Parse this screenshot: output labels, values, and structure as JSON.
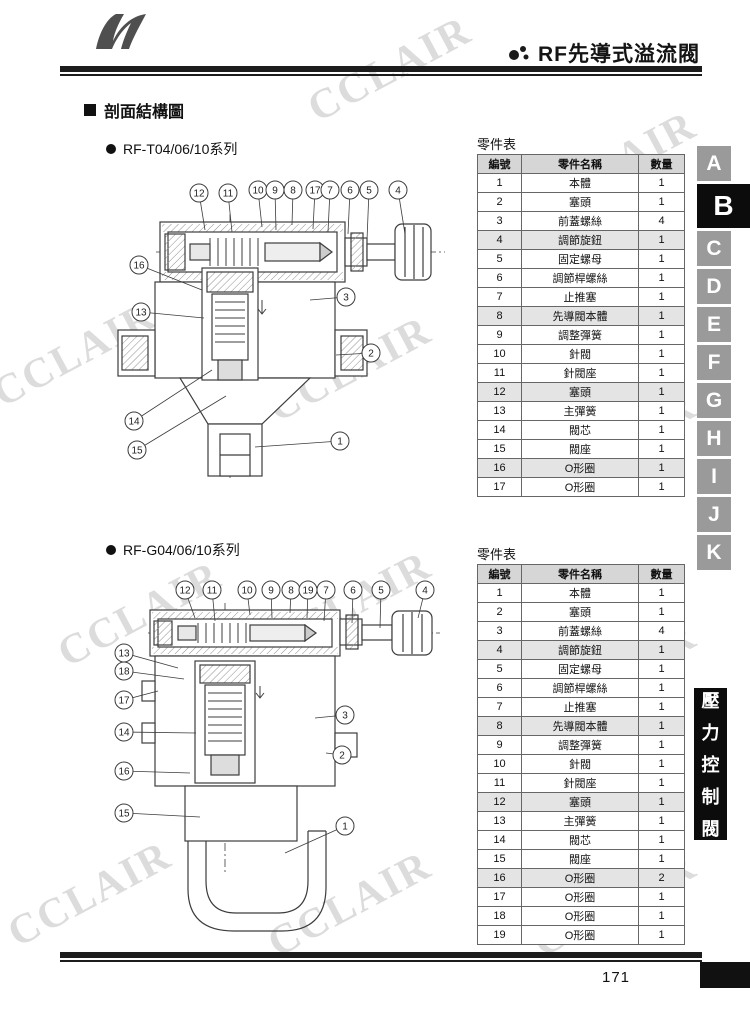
{
  "watermark": "CCLAIR",
  "header": {
    "title": "RF先導式溢流閥"
  },
  "section": {
    "title": "剖面結構圖"
  },
  "series": [
    {
      "label": "RF-T04/06/10系列",
      "table_title": "零件表",
      "columns": [
        "編號",
        "零件名稱",
        "數量"
      ],
      "rows": [
        [
          "1",
          "本體",
          "1"
        ],
        [
          "2",
          "塞頭",
          "1"
        ],
        [
          "3",
          "前蓋螺絲",
          "4"
        ],
        [
          "4",
          "調節旋鈕",
          "1"
        ],
        [
          "5",
          "固定螺母",
          "1"
        ],
        [
          "6",
          "調節桿螺絲",
          "1"
        ],
        [
          "7",
          "止推塞",
          "1"
        ],
        [
          "8",
          "先導閥本體",
          "1"
        ],
        [
          "9",
          "調整彈簧",
          "1"
        ],
        [
          "10",
          "針閥",
          "1"
        ],
        [
          "11",
          "針閥座",
          "1"
        ],
        [
          "12",
          "塞頭",
          "1"
        ],
        [
          "13",
          "主彈簧",
          "1"
        ],
        [
          "14",
          "閥芯",
          "1"
        ],
        [
          "15",
          "閥座",
          "1"
        ],
        [
          "16",
          "O形圈",
          "1"
        ],
        [
          "17",
          "O形圈",
          "1"
        ]
      ],
      "callouts": [
        "12",
        "11",
        "10",
        "9",
        "8",
        "17",
        "7",
        "6",
        "5",
        "4",
        "16",
        "13",
        "3",
        "2",
        "14",
        "15",
        "1"
      ]
    },
    {
      "label": "RF-G04/06/10系列",
      "table_title": "零件表",
      "columns": [
        "編號",
        "零件名稱",
        "數量"
      ],
      "rows": [
        [
          "1",
          "本體",
          "1"
        ],
        [
          "2",
          "塞頭",
          "1"
        ],
        [
          "3",
          "前蓋螺絲",
          "4"
        ],
        [
          "4",
          "調節旋鈕",
          "1"
        ],
        [
          "5",
          "固定螺母",
          "1"
        ],
        [
          "6",
          "調節桿螺絲",
          "1"
        ],
        [
          "7",
          "止推塞",
          "1"
        ],
        [
          "8",
          "先導閥本體",
          "1"
        ],
        [
          "9",
          "調整彈簧",
          "1"
        ],
        [
          "10",
          "針閥",
          "1"
        ],
        [
          "11",
          "針閥座",
          "1"
        ],
        [
          "12",
          "塞頭",
          "1"
        ],
        [
          "13",
          "主彈簧",
          "1"
        ],
        [
          "14",
          "閥芯",
          "1"
        ],
        [
          "15",
          "閥座",
          "1"
        ],
        [
          "16",
          "O形圈",
          "2"
        ],
        [
          "17",
          "O形圈",
          "1"
        ],
        [
          "18",
          "O形圈",
          "1"
        ],
        [
          "19",
          "O形圈",
          "1"
        ]
      ],
      "callouts": [
        "12",
        "11",
        "10",
        "9",
        "8",
        "19",
        "7",
        "6",
        "5",
        "4",
        "13",
        "18",
        "17",
        "14",
        "16",
        "15",
        "3",
        "2",
        "1"
      ]
    }
  ],
  "side_tabs": {
    "letters": [
      "A",
      "B",
      "C",
      "D",
      "E",
      "F",
      "G",
      "H",
      "I",
      "J",
      "K"
    ],
    "active": "B"
  },
  "side_label": "壓力控制閥",
  "page_number": "171"
}
